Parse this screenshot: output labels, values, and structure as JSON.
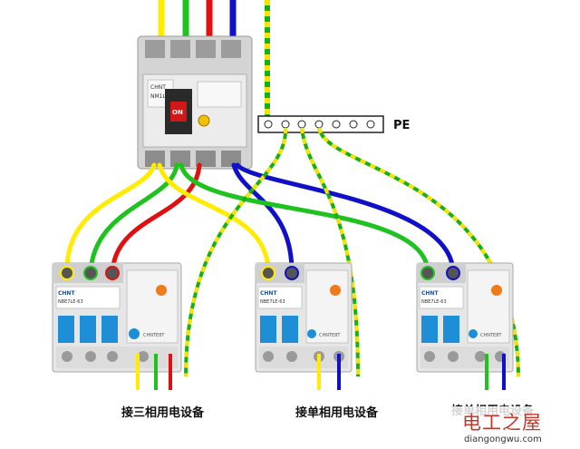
{
  "main_breaker": {
    "brand_lines": [
      "CHNT",
      "NM1LE"
    ],
    "on_label": "ON"
  },
  "pe_bar": {
    "label": "PE"
  },
  "rcbo_units": [
    {
      "brand": "CHNT",
      "model": "NBE7LE-63",
      "footer": "CHNTE8T"
    },
    {
      "brand": "CHNT",
      "model": "NBE7LE-63",
      "footer": "CHNTE8T"
    },
    {
      "brand": "CHNT",
      "model": "NBE7LE-63",
      "footer": "CHNTE8T"
    }
  ],
  "captions": {
    "three_phase": "接三相用电设备",
    "single_phase_a": "接单相用电设备",
    "single_phase_b": "接单相用电设备"
  },
  "watermark": {
    "title": "电工之屋",
    "url": "diangongwu.com"
  },
  "colors": {
    "wire_yellow": "#ffec00",
    "wire_green": "#1fc21f",
    "wire_red": "#e01010",
    "wire_blue": "#1010c8",
    "pe_yellow": "#f4e400",
    "pe_green": "#16b016",
    "breaker_body": "#d8d8d8",
    "breaker_dark": "#8a8a8a",
    "toggle_blue": "#1e8fd6",
    "handle_red": "#d01818",
    "indicator_orange": "#f07a18"
  }
}
